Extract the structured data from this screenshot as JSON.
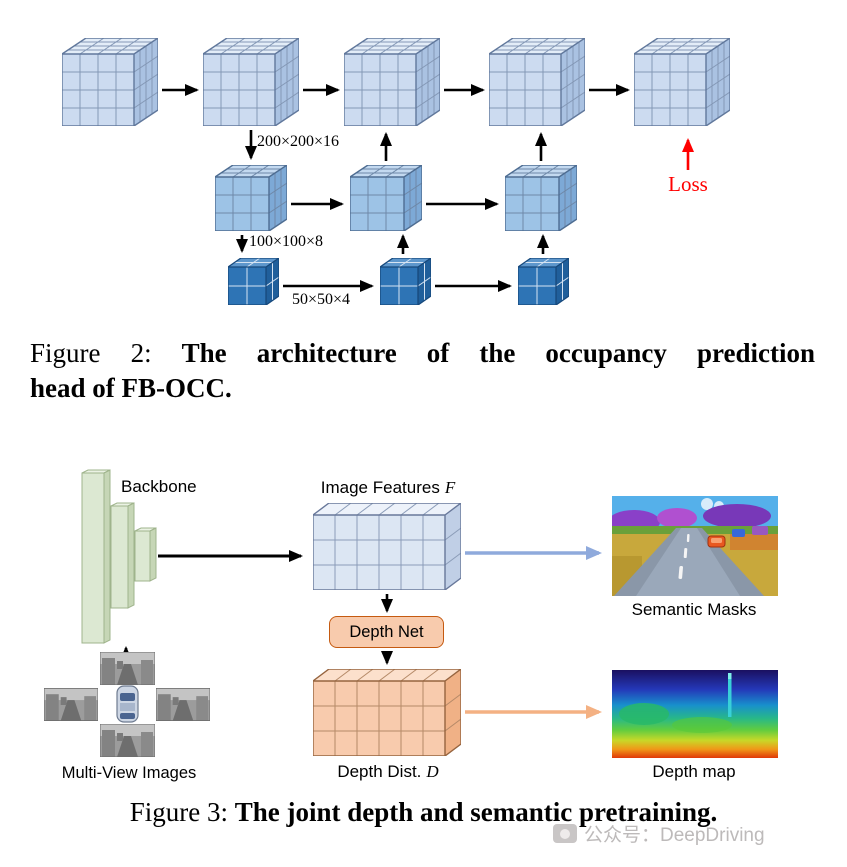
{
  "colors": {
    "loss-red": "#ff0000",
    "semantic-arrow-blue": "#8faadc",
    "depth-arrow-orange": "#f4b183",
    "cube-l1-front": "#ccdbf0",
    "cube-l2-front": "#9dc3e6",
    "cube-l3-front": "#2e74b5",
    "features-front": "#dce6f3",
    "depth-front": "#f8cbad",
    "depthnet-fill": "#f8cbad",
    "depthnet-border": "#c55a11",
    "backbone-green": "#dce8d2",
    "watermark-gray": "#bdbaba"
  },
  "figure2": {
    "dims": {
      "level1": "200×200×16",
      "level2": "100×100×8",
      "level3": "50×50×4"
    },
    "loss_label": "Loss",
    "caption": {
      "prefix": "Figure 2:",
      "title_line1": "The architecture of the occupancy prediction",
      "title_line2": "head of FB-OCC."
    }
  },
  "figure3": {
    "backbone_label": "Backbone",
    "image_features": {
      "label": "Image Features",
      "symbol": "F"
    },
    "depth_net_label": "Depth Net",
    "depth_dist": {
      "label": "Depth Dist.",
      "symbol": "D"
    },
    "semantic_masks_label": "Semantic Masks",
    "depth_map_label": "Depth map",
    "multi_view_label": "Multi-View Images",
    "caption": {
      "prefix": "Figure 3:",
      "title": "The joint depth and semantic pretraining."
    }
  },
  "watermark": {
    "text": "公众号：DeepDriving"
  }
}
